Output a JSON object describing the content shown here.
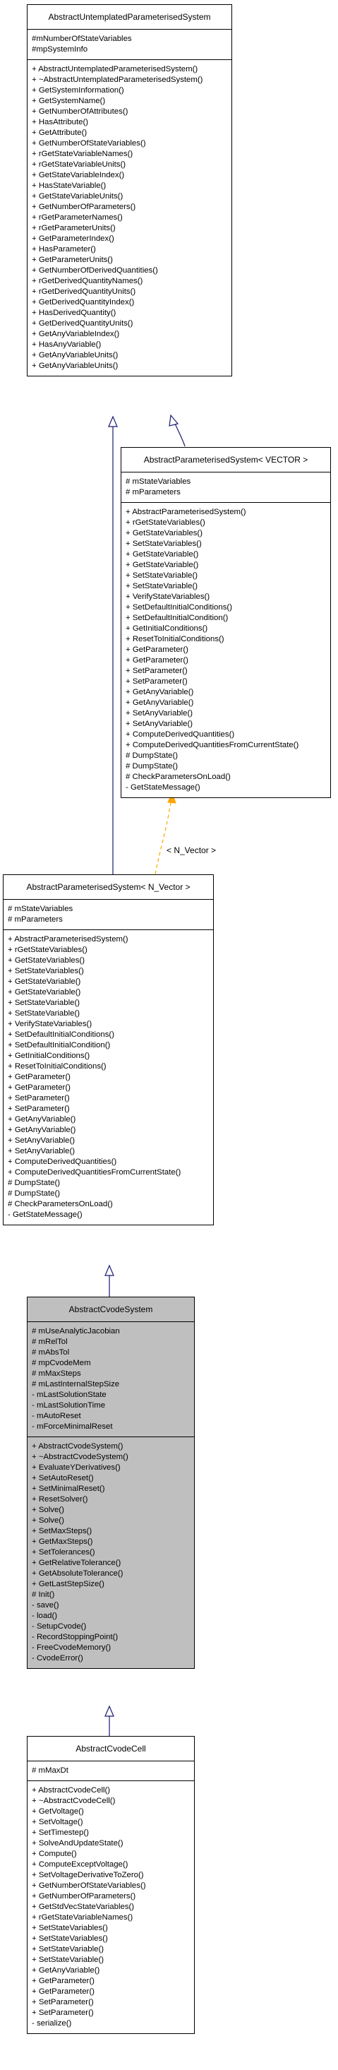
{
  "classes": [
    {
      "id": "untemplated",
      "name": "AbstractUntemplatedParameterisedSystem",
      "highlighted": false,
      "attributes": [
        "#mNumberOfStateVariables",
        "#mpSystemInfo"
      ],
      "methods": [
        "+ AbstractUntemplatedParameterisedSystem()",
        "+ ~AbstractUntemplatedParameterisedSystem()",
        "+ GetSystemInformation()",
        "+ GetSystemName()",
        "+ GetNumberOfAttributes()",
        "+ HasAttribute()",
        "+ GetAttribute()",
        "+ GetNumberOfStateVariables()",
        "+ rGetStateVariableNames()",
        "+ rGetStateVariableUnits()",
        "+ GetStateVariableIndex()",
        "+ HasStateVariable()",
        "+ GetStateVariableUnits()",
        "+ GetNumberOfParameters()",
        "+ rGetParameterNames()",
        "+ rGetParameterUnits()",
        "+ GetParameterIndex()",
        "+ HasParameter()",
        "+ GetParameterUnits()",
        "+ GetNumberOfDerivedQuantities()",
        "+ rGetDerivedQuantityNames()",
        "+ rGetDerivedQuantityUnits()",
        "+ GetDerivedQuantityIndex()",
        "+ HasDerivedQuantity()",
        "+ GetDerivedQuantityUnits()",
        "+ GetAnyVariableIndex()",
        "+ HasAnyVariable()",
        "+ GetAnyVariableUnits()",
        "+ GetAnyVariableUnits()"
      ]
    },
    {
      "id": "vector",
      "name": "AbstractParameterisedSystem< VECTOR >",
      "highlighted": false,
      "attributes": [
        "# mStateVariables",
        "# mParameters"
      ],
      "methods": [
        "+ AbstractParameterisedSystem()",
        "+ rGetStateVariables()",
        "+ GetStateVariables()",
        "+ SetStateVariables()",
        "+ GetStateVariable()",
        "+ GetStateVariable()",
        "+ SetStateVariable()",
        "+ SetStateVariable()",
        "+ VerifyStateVariables()",
        "+ SetDefaultInitialConditions()",
        "+ SetDefaultInitialCondition()",
        "+ GetInitialConditions()",
        "+ ResetToInitialConditions()",
        "+ GetParameter()",
        "+ GetParameter()",
        "+ SetParameter()",
        "+ SetParameter()",
        "+ GetAnyVariable()",
        "+ GetAnyVariable()",
        "+ SetAnyVariable()",
        "+ SetAnyVariable()",
        "+ ComputeDerivedQuantities()",
        "+ ComputeDerivedQuantitiesFromCurrentState()",
        "# DumpState()",
        "# DumpState()",
        "# CheckParametersOnLoad()",
        "- GetStateMessage()"
      ]
    },
    {
      "id": "nvector",
      "name": "AbstractParameterisedSystem< N_Vector >",
      "highlighted": false,
      "attributes": [
        "# mStateVariables",
        "# mParameters"
      ],
      "methods": [
        "+ AbstractParameterisedSystem()",
        "+ rGetStateVariables()",
        "+ GetStateVariables()",
        "+ SetStateVariables()",
        "+ GetStateVariable()",
        "+ GetStateVariable()",
        "+ SetStateVariable()",
        "+ SetStateVariable()",
        "+ VerifyStateVariables()",
        "+ SetDefaultInitialConditions()",
        "+ SetDefaultInitialCondition()",
        "+ GetInitialConditions()",
        "+ ResetToInitialConditions()",
        "+ GetParameter()",
        "+ GetParameter()",
        "+ SetParameter()",
        "+ SetParameter()",
        "+ GetAnyVariable()",
        "+ GetAnyVariable()",
        "+ SetAnyVariable()",
        "+ SetAnyVariable()",
        "+ ComputeDerivedQuantities()",
        "+ ComputeDerivedQuantitiesFromCurrentState()",
        "# DumpState()",
        "# DumpState()",
        "# CheckParametersOnLoad()",
        "- GetStateMessage()"
      ]
    },
    {
      "id": "cvode",
      "name": "AbstractCvodeSystem",
      "highlighted": true,
      "attributes": [
        "# mUseAnalyticJacobian",
        "# mRelTol",
        "# mAbsTol",
        "# mpCvodeMem",
        "# mMaxSteps",
        "# mLastInternalStepSize",
        "- mLastSolutionState",
        "- mLastSolutionTime",
        "- mAutoReset",
        "- mForceMinimalReset"
      ],
      "methods": [
        "+ AbstractCvodeSystem()",
        "+ ~AbstractCvodeSystem()",
        "+ EvaluateYDerivatives()",
        "+ SetAutoReset()",
        "+ SetMinimalReset()",
        "+ ResetSolver()",
        "+ Solve()",
        "+ Solve()",
        "+ SetMaxSteps()",
        "+ GetMaxSteps()",
        "+ SetTolerances()",
        "+ GetRelativeTolerance()",
        "+ GetAbsoluteTolerance()",
        "+ GetLastStepSize()",
        "# Init()",
        "- save()",
        "- load()",
        "- SetupCvode()",
        "- RecordStoppingPoint()",
        "- FreeCvodeMemory()",
        "- CvodeError()"
      ]
    },
    {
      "id": "cell",
      "name": "AbstractCvodeCell",
      "highlighted": false,
      "attributes": [
        "# mMaxDt"
      ],
      "methods": [
        "+ AbstractCvodeCell()",
        "+ ~AbstractCvodeCell()",
        "+ GetVoltage()",
        "+ SetVoltage()",
        "+ SetTimestep()",
        "+ SolveAndUpdateState()",
        "+ Compute()",
        "+ ComputeExceptVoltage()",
        "+ SetVoltageDerivativeToZero()",
        "+ GetNumberOfStateVariables()",
        "+ GetNumberOfParameters()",
        "+ GetStdVecStateVariables()",
        "+ rGetStateVariableNames()",
        "+ SetStateVariables()",
        "+ SetStateVariables()",
        "+ SetStateVariable()",
        "+ SetStateVariable()",
        "+ GetAnyVariable()",
        "+ GetParameter()",
        "+ GetParameter()",
        "+ SetParameter()",
        "+ SetParameter()",
        "- serialize()"
      ]
    }
  ],
  "template_binding_label": "< N_Vector >",
  "colors": {
    "inheritance_edge": "#191970",
    "template_edge": "#ffa500",
    "highlight_fill": "#bfbfbf"
  }
}
